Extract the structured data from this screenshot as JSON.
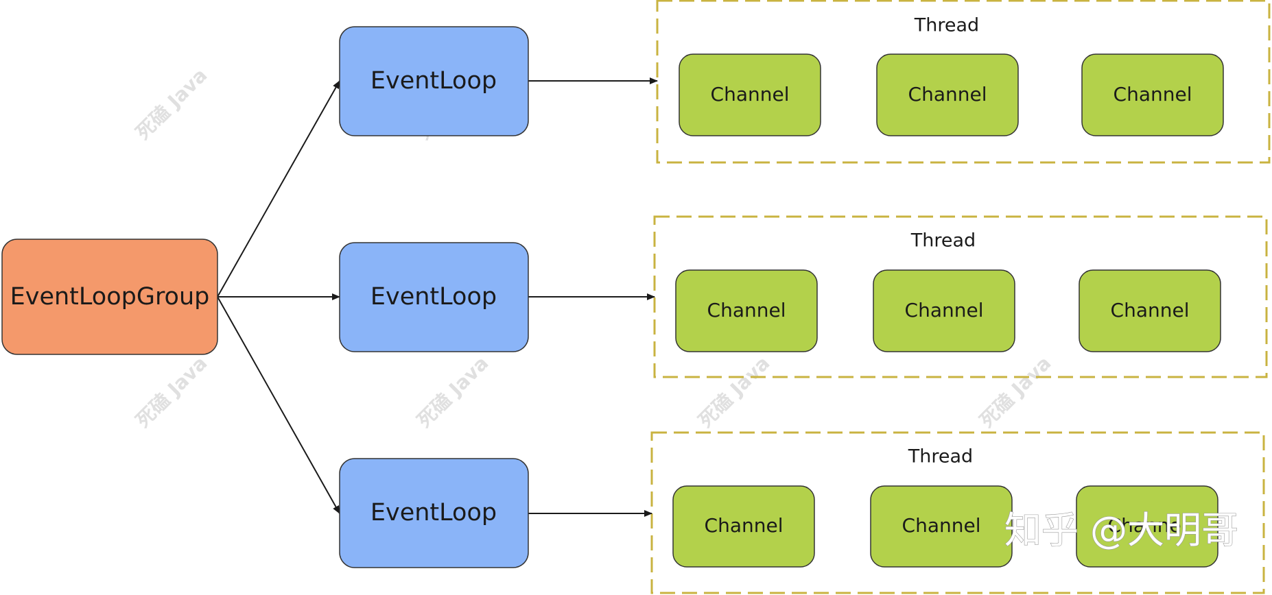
{
  "root": {
    "label": "EventLoopGroup",
    "fill": "#f4996b"
  },
  "event_loops": [
    {
      "label": "EventLoop"
    },
    {
      "label": "EventLoop"
    },
    {
      "label": "EventLoop"
    }
  ],
  "threads": [
    {
      "label": "Thread",
      "channels": [
        "Channel",
        "Channel",
        "Channel"
      ]
    },
    {
      "label": "Thread",
      "channels": [
        "Channel",
        "Channel",
        "Channel"
      ]
    },
    {
      "label": "Thread",
      "channels": [
        "Channel",
        "Channel",
        "Channel"
      ]
    }
  ],
  "watermark": "死磕 Java",
  "credit": "知乎 @大明哥",
  "colors": {
    "event_loop_fill": "#8ab4f8",
    "channel_fill": "#b3d14b",
    "thread_border": "#c9b340",
    "stroke": "#333333"
  }
}
